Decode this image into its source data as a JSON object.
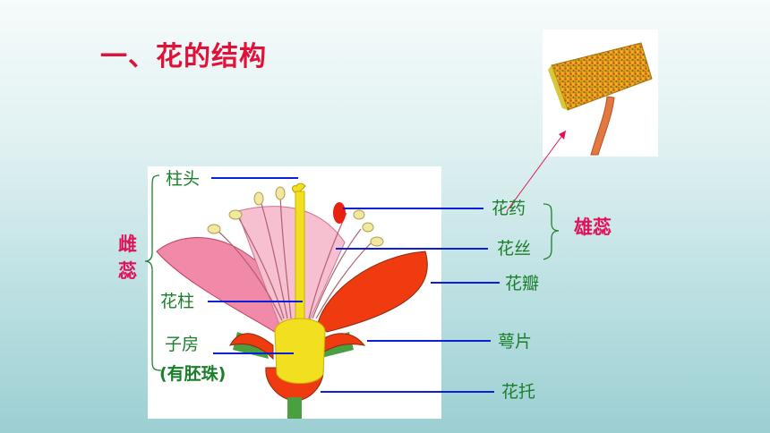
{
  "title": "一、花的结构",
  "labels": {
    "stigma": "柱头",
    "style": "花柱",
    "ovary": "子房",
    "ovule_note": "(有胚珠)",
    "anther": "花药",
    "filament": "花丝",
    "petal": "花瓣",
    "sepal": "萼片",
    "receptacle": "花托"
  },
  "groups": {
    "pistil": "雌蕊",
    "stamen": "雄蕊"
  },
  "colors": {
    "title": "#e0123a",
    "label_green": "#1a7f2a",
    "group_pink": "#e0125a",
    "leader_blue": "#0a1fd6"
  }
}
